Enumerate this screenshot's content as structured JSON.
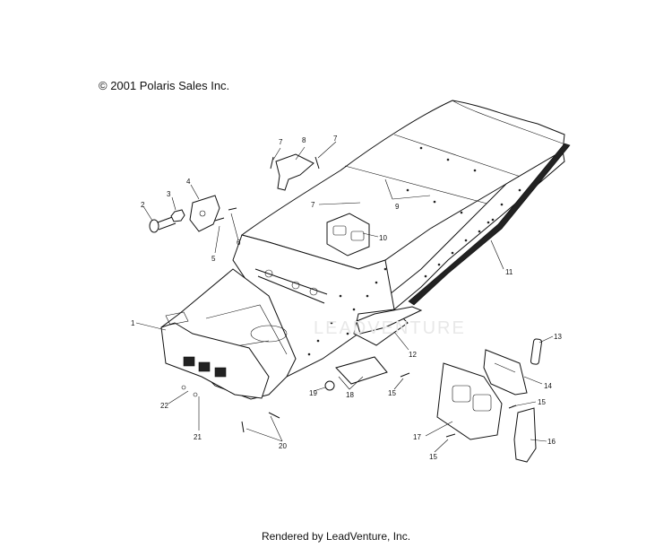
{
  "copyright": "© 2001 Polaris Sales Inc.",
  "footer": "Rendered by LeadVenture, Inc.",
  "watermark": "LEADVENTURE",
  "callouts": [
    "1",
    "2",
    "3",
    "4",
    "5",
    "6",
    "7",
    "8",
    "7",
    "7",
    "9",
    "10",
    "11",
    "12",
    "13",
    "14",
    "15",
    "15",
    "15",
    "16",
    "17",
    "18",
    "19",
    "20",
    "21",
    "22"
  ]
}
